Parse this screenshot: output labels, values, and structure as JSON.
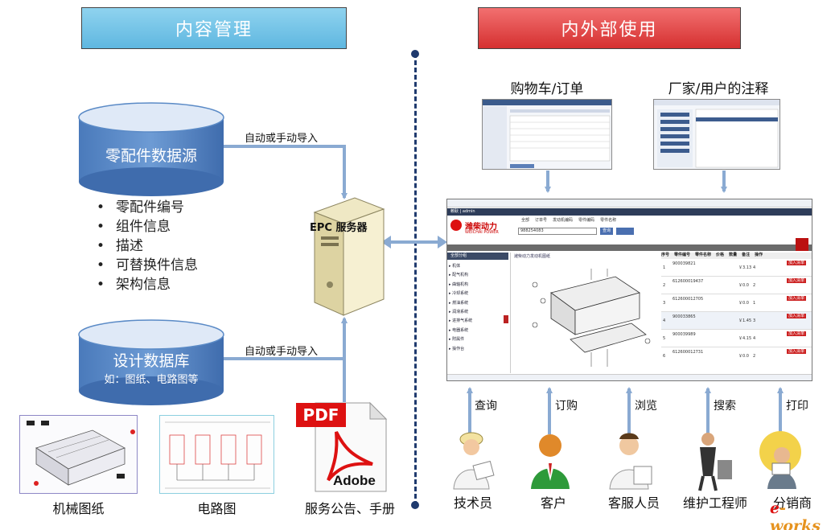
{
  "headers": {
    "left": "内容管理",
    "right": "内外部使用"
  },
  "databases": {
    "parts": "零配件数据源",
    "design": "设计数据库",
    "design_sub": "如：图纸、电路图等"
  },
  "parts_bullets": [
    "零配件编号",
    "组件信息",
    "描述",
    "可替换件信息",
    "架构信息"
  ],
  "import_labels": {
    "top": "自动或手动导入",
    "bottom": "自动或手动导入"
  },
  "server": "EPC 服务器",
  "pdf": {
    "badge": "PDF",
    "brand": "Adobe"
  },
  "bottom_captions": {
    "mech": "机械图纸",
    "circuit": "电路图",
    "service": "服务公告、手册"
  },
  "screenshots": {
    "cart": "购物车/订单",
    "notes": "厂家/用户的注释"
  },
  "app": {
    "logo_cn": "潍柴动力",
    "logo_en": "WEICHAI POWER",
    "search_value": "988254083",
    "search_btn": "查询",
    "login": "赖耿 | admin",
    "tree_title": "全部分组",
    "diagram_title": "潍柴动力发动机图纸",
    "tree_items": [
      "机体",
      "配气机构",
      "曲轴机构",
      "冷却系统",
      "燃油系统",
      "润滑系统",
      "进排气系统",
      "电器系统",
      "附属件",
      "操作台"
    ],
    "table_headers": [
      "序号",
      "零件编号",
      "零件名称",
      "价格",
      "数量",
      "备注",
      "操作"
    ],
    "rows": [
      {
        "no": "1",
        "part": "900039821",
        "price": "￥3.13",
        "qty": "4"
      },
      {
        "no": "2",
        "part": "612600019437",
        "price": "￥0.0",
        "qty": "2"
      },
      {
        "no": "3",
        "part": "612600012705",
        "price": "￥0.0",
        "qty": "1"
      },
      {
        "no": "4",
        "part": "900033865",
        "price": "￥1.45",
        "qty": "3"
      },
      {
        "no": "5",
        "part": "900039989",
        "price": "￥4.15",
        "qty": "4"
      },
      {
        "no": "6",
        "part": "612600012731",
        "price": "￥0.0",
        "qty": "2"
      }
    ],
    "add_btn": "加入清单",
    "nav_items": [
      "全部",
      "订单号",
      "发动机编码",
      "零件编码",
      "零件名称"
    ]
  },
  "actions": [
    "查询",
    "订购",
    "浏览",
    "搜索",
    "打印"
  ],
  "roles": [
    "技术员",
    "客户",
    "客服人员",
    "维护工程师",
    "分销商"
  ],
  "watermark": {
    "e": "e",
    "rest": "-works"
  },
  "colors": {
    "arrow": "#8aaad2",
    "divider": "#1f3a6e",
    "cylinder_top": "#d9e6f6",
    "cylinder_body": "#5a8ac6",
    "header_left": "#6fc0e6",
    "header_right": "#e04848"
  }
}
